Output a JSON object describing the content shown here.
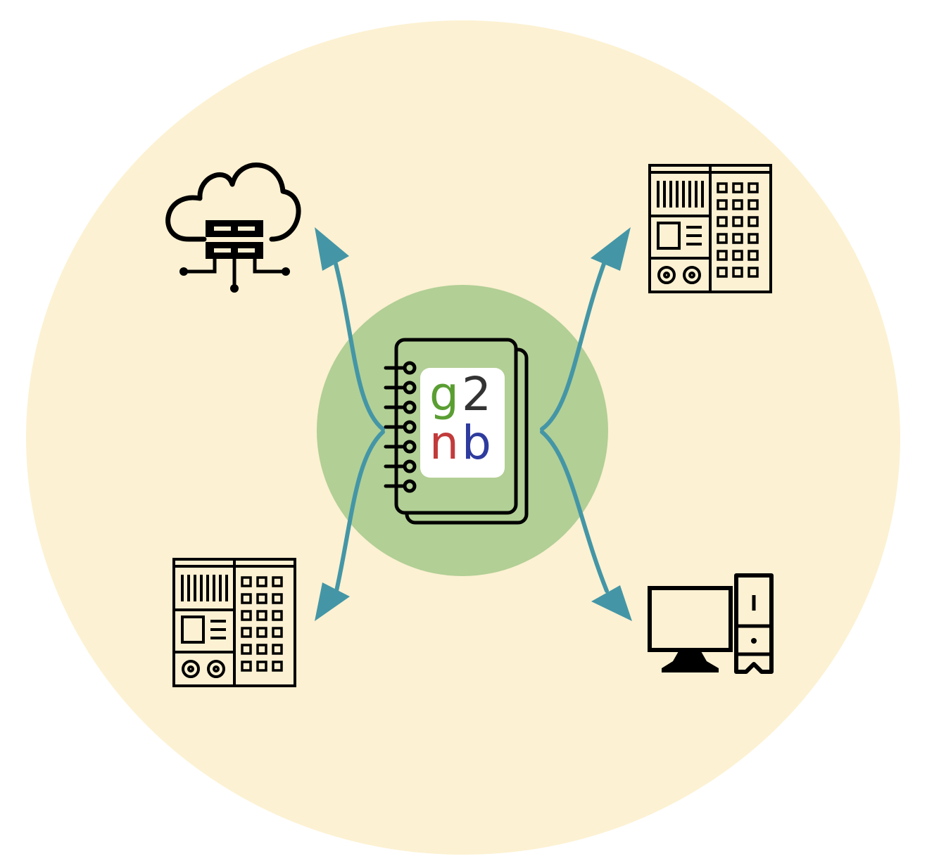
{
  "logo": {
    "line1_a": "g",
    "line1_b": "2",
    "line2_a": "n",
    "line2_b": "b"
  },
  "colors": {
    "outer_circle": "#FCF1D2",
    "inner_circle": "#B2CF95",
    "notebook_fill": "#B2CF95",
    "arrow": "#4496A6",
    "icon_stroke": "#000000",
    "logo_g": "#5A9E32",
    "logo_2": "#333333",
    "logo_n": "#C23B3B",
    "logo_b": "#2E3B9E"
  },
  "icons": {
    "center": "notebook-icon",
    "top_left": "cloud-server-icon",
    "top_right": "server-rack-icon",
    "bottom_left": "server-rack-icon",
    "bottom_right": "desktop-computer-icon"
  }
}
